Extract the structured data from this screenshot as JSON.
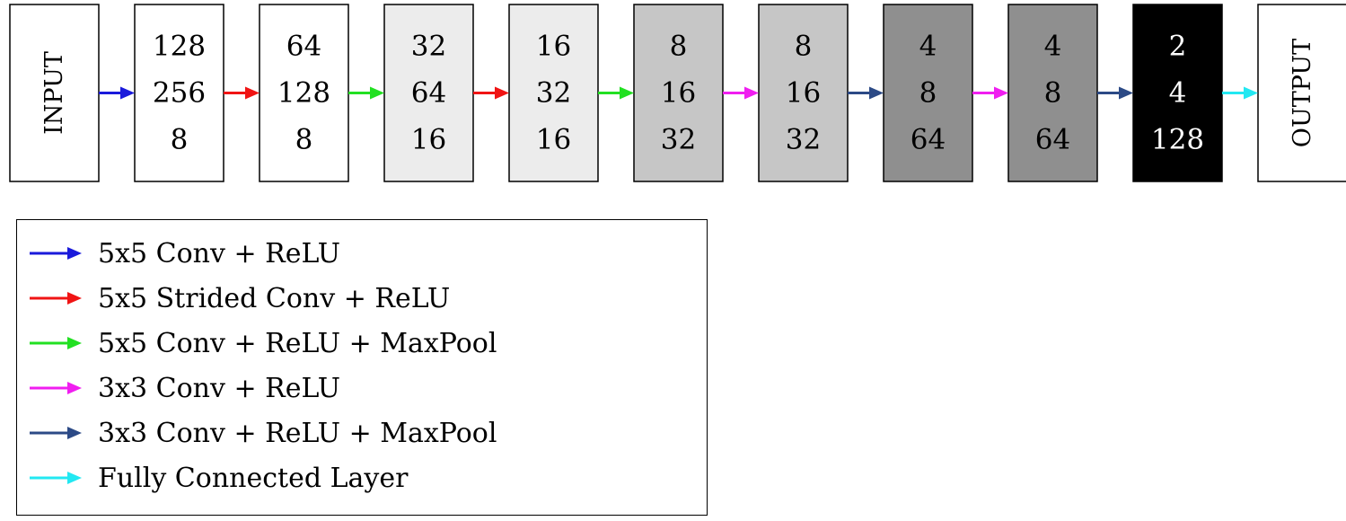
{
  "diagram": {
    "input_label": "INPUT",
    "output_label": "OUTPUT",
    "layers": [
      {
        "lines": [
          "128",
          "256",
          "8"
        ],
        "fill": "#ffffff",
        "text_color": "#000000"
      },
      {
        "lines": [
          "64",
          "128",
          "8"
        ],
        "fill": "#ffffff",
        "text_color": "#000000"
      },
      {
        "lines": [
          "32",
          "64",
          "16"
        ],
        "fill": "#ececec",
        "text_color": "#000000"
      },
      {
        "lines": [
          "16",
          "32",
          "16"
        ],
        "fill": "#ececec",
        "text_color": "#000000"
      },
      {
        "lines": [
          "8",
          "16",
          "32"
        ],
        "fill": "#c6c6c6",
        "text_color": "#000000"
      },
      {
        "lines": [
          "8",
          "16",
          "32"
        ],
        "fill": "#c6c6c6",
        "text_color": "#000000"
      },
      {
        "lines": [
          "4",
          "8",
          "64"
        ],
        "fill": "#8f8f8f",
        "text_color": "#000000"
      },
      {
        "lines": [
          "4",
          "8",
          "64"
        ],
        "fill": "#8f8f8f",
        "text_color": "#000000"
      },
      {
        "lines": [
          "2",
          "4",
          "128"
        ],
        "fill": "#000000",
        "text_color": "#ffffff"
      }
    ],
    "connections": [
      "blue",
      "red",
      "green",
      "red",
      "green",
      "magenta",
      "navy",
      "magenta",
      "navy",
      "cyan"
    ]
  },
  "colors": {
    "blue": "#1a1adb",
    "red": "#f01414",
    "green": "#22e022",
    "magenta": "#f01ef0",
    "navy": "#2c4a86",
    "cyan": "#22e8f2"
  },
  "legend": {
    "items": [
      {
        "color_key": "blue",
        "label": "5x5 Conv + ReLU"
      },
      {
        "color_key": "red",
        "label": "5x5 Strided Conv + ReLU"
      },
      {
        "color_key": "green",
        "label": "5x5 Conv + ReLU + MaxPool"
      },
      {
        "color_key": "magenta",
        "label": "3x3 Conv + ReLU"
      },
      {
        "color_key": "navy",
        "label": "3x3 Conv + ReLU + MaxPool"
      },
      {
        "color_key": "cyan",
        "label": "Fully Connected Layer"
      }
    ]
  }
}
